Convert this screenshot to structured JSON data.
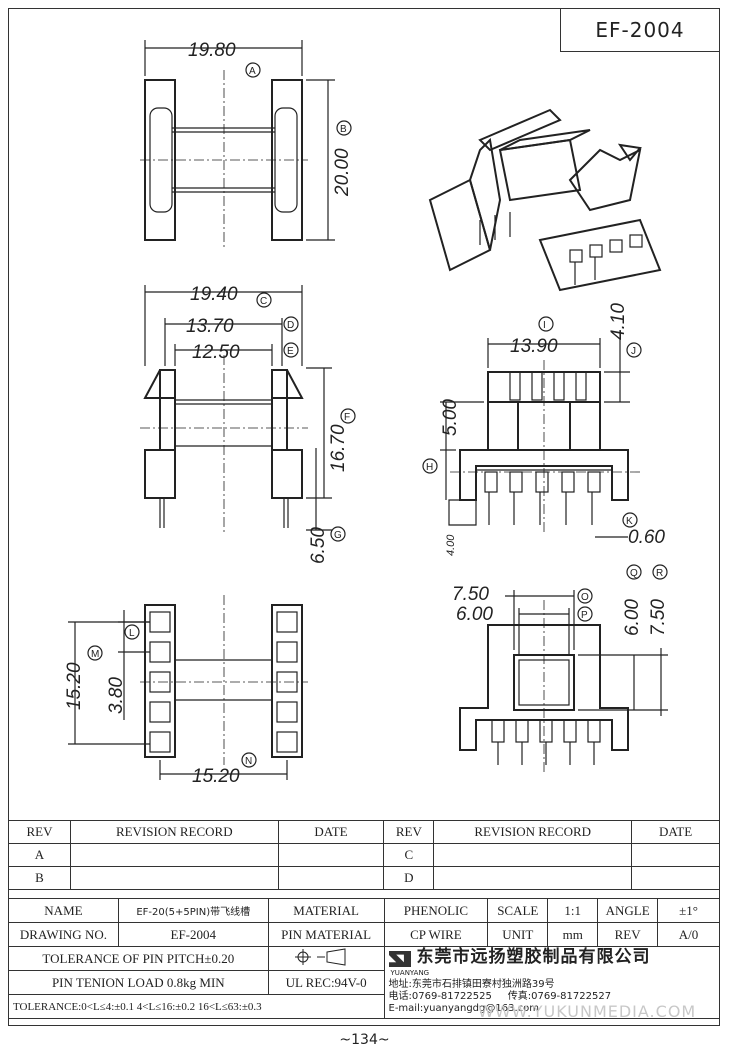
{
  "title": "EF-2004",
  "dims": {
    "A": "19.80",
    "B": "20.00",
    "C": "19.40",
    "D": "13.70",
    "E": "12.50",
    "F": "16.70",
    "G": "6.50",
    "H": "5.00",
    "I": "13.90",
    "J": "4.10",
    "K": "0.60",
    "L4": "4.00",
    "M": "15.20",
    "N": "15.20",
    "L": "3.80",
    "O": "7.50",
    "P": "6.00",
    "Q": "6.00",
    "R": "7.50"
  },
  "labels": {
    "A": "A",
    "B": "B",
    "C": "C",
    "D": "D",
    "E": "E",
    "F": "F",
    "G": "G",
    "H": "H",
    "I": "I",
    "J": "J",
    "K": "K",
    "L": "L",
    "M": "M",
    "N": "N",
    "O": "O",
    "P": "P",
    "Q": "Q",
    "R": "R"
  },
  "revision": {
    "headers": [
      "REV",
      "REVISION RECORD",
      "DATE",
      "REV",
      "REVISION RECORD",
      "DATE"
    ],
    "rows": [
      [
        "A",
        "",
        "",
        "C",
        "",
        ""
      ],
      [
        "B",
        "",
        "",
        "D",
        "",
        ""
      ]
    ]
  },
  "info": {
    "name_label": "NAME",
    "name_value": "EF-20(5+5PIN)带飞线槽",
    "material_label": "MATERIAL",
    "material_value": "PHENOLIC",
    "scale_label": "SCALE",
    "scale_value": "1:1",
    "angle_label": "ANGLE",
    "angle_value": "±1°",
    "drawing_label": "DRAWING NO.",
    "drawing_value": "EF-2004",
    "pin_material_label": "PIN MATERIAL",
    "pin_material_value": "CP WIRE",
    "unit_label": "UNIT",
    "unit_value": "mm",
    "rev_label": "REV",
    "rev_value": "A/0",
    "tolerance_pitch": "TOLERANCE OF PIN PITCH±0.20",
    "tension": "PIN TENION LOAD 0.8kg MIN",
    "ul": "UL REC:94V-0",
    "tolerance": "TOLERANCE:0<L≤4:±0.1  4<L≤16:±0.2  16<L≤63:±0.3",
    "company": "东莞市远扬塑胶制品有限公司",
    "logo_text": "YUANYANG",
    "address": "地址:东莞市石排镇田寮村独洲路39号",
    "tel": "电话:0769-81722525",
    "fax": "传真:0769-81722527",
    "email": "E-mail:yuanyangdg@163.com"
  },
  "watermark": "WWW.YUKUNMEDIA.COM",
  "page_number": "~134~"
}
